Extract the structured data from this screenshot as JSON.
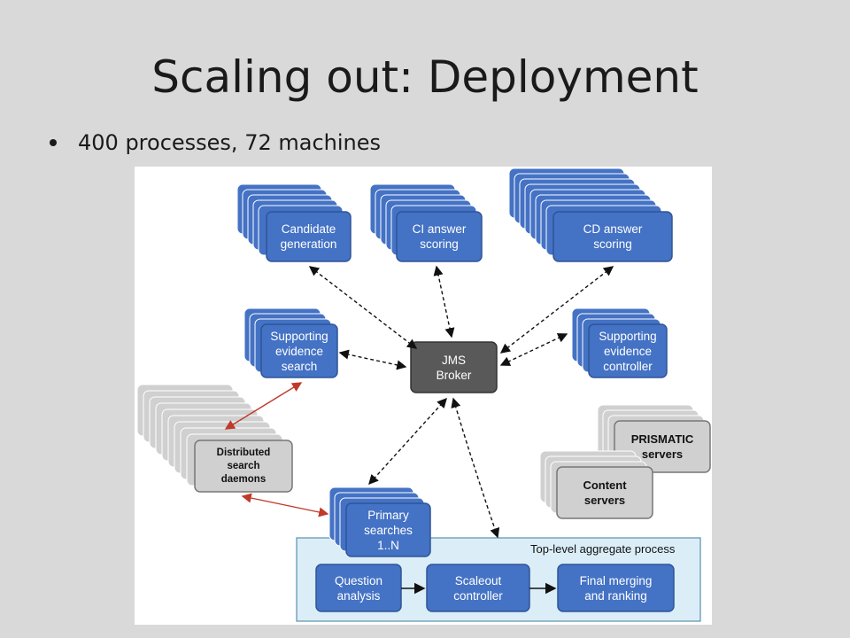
{
  "slide": {
    "title": "Scaling out: Deployment",
    "bullets": [
      "400 processes, 72 machines"
    ]
  },
  "diagram": {
    "nodes": {
      "candidate_generation": "Candidate\ngeneration",
      "ci_answer_scoring": "CI answer\nscoring",
      "cd_answer_scoring": "CD answer\nscoring",
      "supporting_evidence_search": "Supporting\nevidence\nsearch",
      "jms_broker": "JMS\nBroker",
      "supporting_evidence_controller": "Supporting\nevidence\ncontroller",
      "distributed_search_daemons": "Distributed\nsearch\ndaemons",
      "prismatic_servers": "PRISMATIC\nservers",
      "content_servers": "Content\nservers",
      "primary_searches": "Primary\nsearches\n1..N",
      "question_analysis": "Question\nanalysis",
      "scaleout_controller": "Scaleout\ncontroller",
      "final_merging": "Final merging\nand ranking"
    },
    "aggregate_label": "Top-level aggregate process",
    "colors": {
      "blue_fill": "#4472c4",
      "blue_stroke": "#2f5597",
      "gray_fill": "#d0d0d0",
      "dark_fill": "#595959",
      "panel_fill": "#dbeef7",
      "red_arrow": "#c0392b"
    }
  }
}
